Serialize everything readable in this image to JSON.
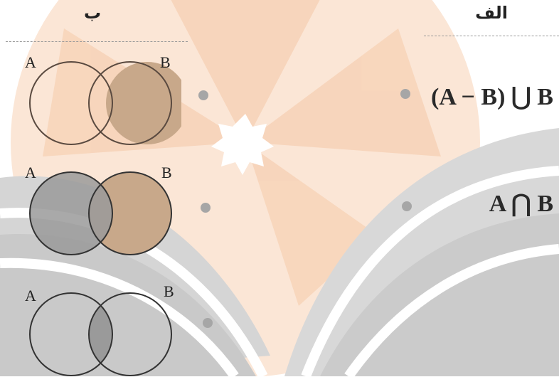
{
  "headers": {
    "alef": "الف",
    "beh": "ب"
  },
  "expressions": [
    "(A − B) ⋃ B",
    "A ⋂ B"
  ],
  "venn_labels": {
    "a": "A",
    "b": "B"
  },
  "colors": {
    "peach": "#f9dcc6",
    "gray_band": "#d4d4d4",
    "brown_shade": "#c8a88a",
    "gray_shade": "#9a9a9a",
    "circle_stroke": "#5a4a40"
  }
}
